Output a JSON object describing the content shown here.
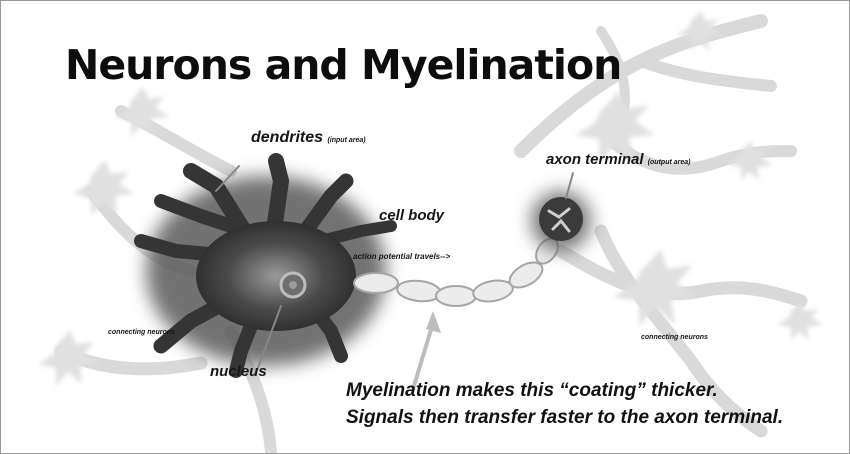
{
  "title": "Neurons and Myelination",
  "labels": {
    "dendrites": "dendrites",
    "dendrites_note": "(input area)",
    "cell_body": "cell body",
    "action_potential": "action potential travels-->",
    "axon_terminal": "axon terminal",
    "axon_terminal_note": "(output area)",
    "nucleus": "nucleus",
    "connecting_left": "connecting neurons",
    "connecting_right": "connecting neurons"
  },
  "caption": {
    "line1": "Myelination makes this “coating” thicker.",
    "line2": "Signals then transfer faster to the axon terminal."
  },
  "colors": {
    "neuron_dark": "#3a3a3a",
    "neuron_glow": "#8a8a8a",
    "background_neurons": "#d6d6d6",
    "myelin_fill": "#ececec",
    "myelin_stroke": "#a8a8a8"
  }
}
